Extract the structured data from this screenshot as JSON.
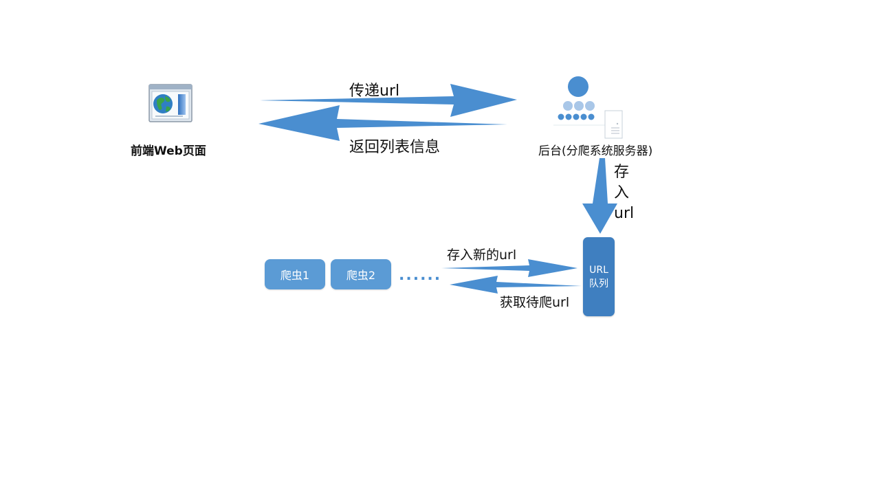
{
  "nodes": {
    "frontend": {
      "label": "前端Web页面"
    },
    "backend": {
      "label": "后台(分爬系统服务器)"
    },
    "queue": {
      "line1": "URL",
      "line2": "队列"
    },
    "crawlers": [
      {
        "label": "爬虫1"
      },
      {
        "label": "爬虫2"
      }
    ],
    "ellipsis": "......"
  },
  "edges": {
    "pass_url": "传递url",
    "return_list": "返回列表信息",
    "store_url_chars": [
      "存",
      "入",
      "url"
    ],
    "store_new_url": "存入新的url",
    "fetch_url": "获取待爬url"
  },
  "colors": {
    "arrow": "#4a8ed0",
    "crawler_box": "#5b9bd5",
    "queue_box": "#3f7fc0"
  },
  "icons": {
    "frontend": "browser-globe-icon",
    "backend": "server-users-icon"
  }
}
